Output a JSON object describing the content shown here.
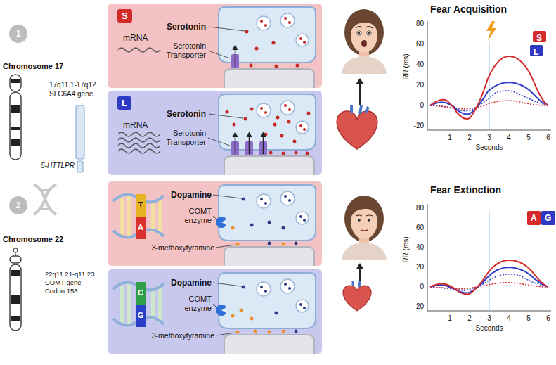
{
  "diagram": {
    "nodes": [
      {
        "text": [
          "mRNA",
          "Serotonin",
          "Serotonin Transporter"
        ]
      },
      {
        "text": [
          "S"
        ],
        "in": 0
      },
      {
        "text": [
          "mRNA",
          "Serotonin",
          "Serotonin Transporter"
        ]
      },
      {
        "text": [
          "L"
        ],
        "in": 2
      },
      {
        "text": [
          "Dopamine",
          "COMT enzyme",
          "3-methoxytyramine"
        ]
      },
      {
        "text": [
          "Dopamine",
          "COMT enzyme",
          "3-methoxytyramine"
        ]
      }
    ],
    "labels": [
      "1",
      "Chromosome 17",
      "17q11.1-17q12 SLC6A4 gene",
      "5-HTTLPR",
      "2",
      "Chromosome 22",
      "22q11.21-q11.23 COMT gene - Codon 158",
      "T",
      "A",
      "C",
      "G",
      "Fear Acquisition",
      "80",
      "60",
      "40",
      "20",
      "0",
      "-20",
      "RR (ms)",
      "1",
      "2",
      "3",
      "4",
      "5",
      "6",
      "Seconds",
      "Fear Extinction",
      "80",
      "60",
      "40",
      "20",
      "0",
      "-20",
      "RR (ms)",
      "1",
      "2",
      "3",
      "4",
      "5",
      "6",
      "Seconds"
    ],
    "legend": [
      {
        "text": "S",
        "color": "#d42a2a"
      },
      {
        "text": "L",
        "color": "#2e3ac4"
      },
      {
        "text": "A",
        "color": "#d42a2a"
      },
      {
        "text": "G",
        "color": "#2e3ac4"
      }
    ]
  }
}
